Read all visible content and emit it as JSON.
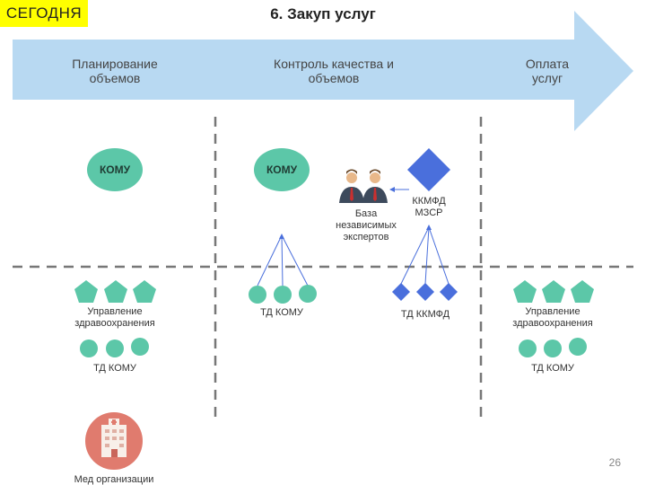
{
  "header": {
    "badge": "СЕГОДНЯ",
    "title": "6. Закуп услуг"
  },
  "phases": [
    {
      "label": "Планирование объемов"
    },
    {
      "label": "Контроль качества и объемов"
    },
    {
      "label": "Оплата услуг"
    }
  ],
  "nodes": {
    "komu_left": "КОМУ",
    "komu_center": "КОМУ",
    "experts_db": "База независимых экспертов",
    "kkmfd_mzsr": "ККМФД МЗСР",
    "td_komu_center": "ТД КОМУ",
    "td_kkmfd": "ТД ККМФД",
    "health_mgmt_left": "Управление здравоохранения",
    "td_komu_left": "ТД КОМУ",
    "health_mgmt_right": "Управление здравоохранения",
    "td_komu_right": "ТД КОМУ",
    "med_orgs": "Мед организации"
  },
  "colors": {
    "arrow": "#b8d9f2",
    "green": "#5cc7a8",
    "blue": "#4a6fdc",
    "badge": "#ffff00",
    "hospital": "#e07b6e"
  },
  "footer": {
    "page_number": "26"
  }
}
